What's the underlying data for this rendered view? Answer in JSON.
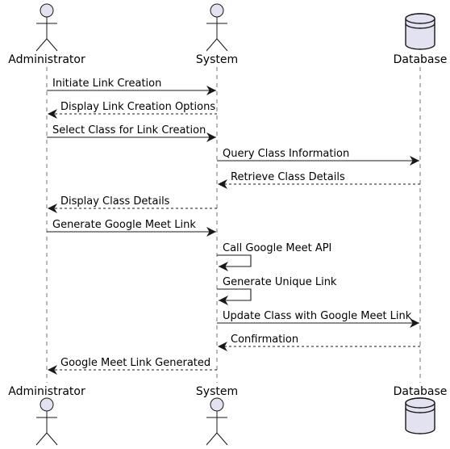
{
  "participants": [
    {
      "id": "admin",
      "label": "Administrator",
      "kind": "actor"
    },
    {
      "id": "system",
      "label": "System",
      "kind": "actor"
    },
    {
      "id": "db",
      "label": "Database",
      "kind": "database"
    }
  ],
  "messages": [
    {
      "from": "admin",
      "to": "system",
      "style": "solid",
      "label": "Initiate Link Creation"
    },
    {
      "from": "system",
      "to": "admin",
      "style": "dashed",
      "label": "Display Link Creation Options"
    },
    {
      "from": "admin",
      "to": "system",
      "style": "solid",
      "label": "Select Class for Link Creation"
    },
    {
      "from": "system",
      "to": "db",
      "style": "solid",
      "label": "Query Class Information"
    },
    {
      "from": "db",
      "to": "system",
      "style": "dashed",
      "label": "Retrieve Class Details"
    },
    {
      "from": "system",
      "to": "admin",
      "style": "dashed",
      "label": "Display Class Details"
    },
    {
      "from": "admin",
      "to": "system",
      "style": "solid",
      "label": "Generate Google Meet Link"
    },
    {
      "from": "system",
      "to": "system",
      "style": "solid",
      "label": "Call Google Meet API"
    },
    {
      "from": "system",
      "to": "system",
      "style": "solid",
      "label": "Generate Unique Link"
    },
    {
      "from": "system",
      "to": "db",
      "style": "solid",
      "label": "Update Class with Google Meet Link"
    },
    {
      "from": "db",
      "to": "system",
      "style": "dashed",
      "label": "Confirmation"
    },
    {
      "from": "system",
      "to": "admin",
      "style": "dashed",
      "label": "Google Meet Link Generated"
    }
  ],
  "colors": {
    "fill": "#e2e2f0",
    "stroke": "#181818",
    "lifeline": "#181818"
  }
}
